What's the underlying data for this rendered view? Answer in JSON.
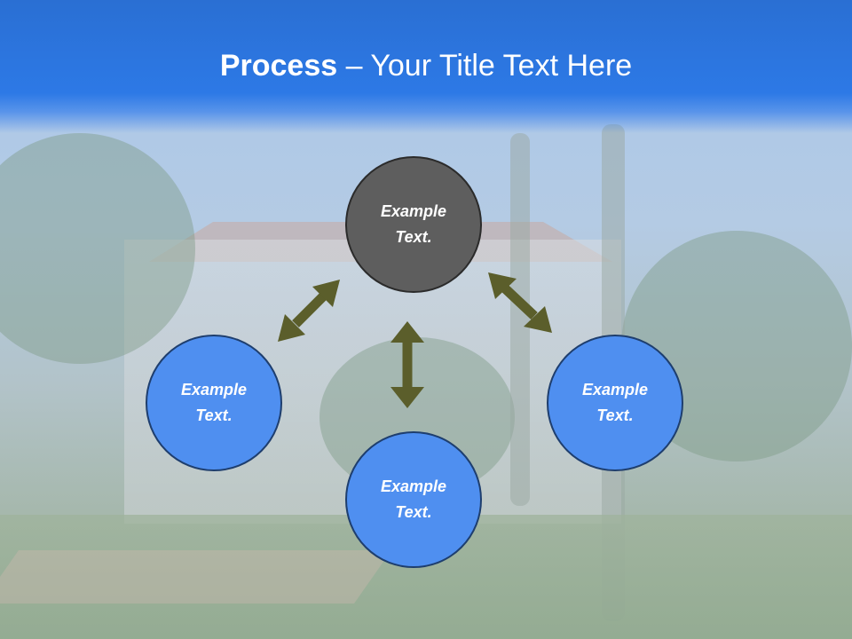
{
  "title": {
    "bold": "Process",
    "rest": " – Your Title Text Here"
  },
  "nodes": {
    "top": "Example\nText.",
    "left": "Example\nText.",
    "right": "Example\nText.",
    "bottom": "Example\nText."
  },
  "colors": {
    "title_band": "#2d79e6",
    "node_blue": "#4f8ff0",
    "node_gray": "#5e5e5e",
    "arrow": "#5b5e2b"
  }
}
